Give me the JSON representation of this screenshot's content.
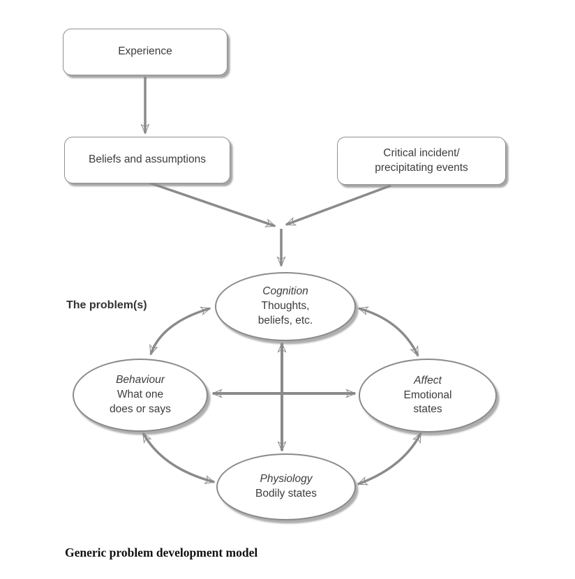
{
  "diagram": {
    "kind": "flow-diagram",
    "caption": "Generic problem development model"
  },
  "colors": {
    "background": "#ffffff",
    "arrow": "#8a8a8a",
    "node_border": "#8f8f8f",
    "node_fill": "#ffffff",
    "shadow": "#a0a0a0",
    "text": "#3c3c3c",
    "caption_text": "#111111"
  },
  "boxes": {
    "experience": {
      "label": "Experience"
    },
    "beliefs": {
      "label": "Beliefs and assumptions"
    },
    "critical_incident": {
      "lines": [
        "Critical incident/",
        "precipitating events"
      ]
    }
  },
  "ellipses": {
    "cognition": {
      "title": "Cognition",
      "lines": [
        "Thoughts,",
        "beliefs, etc."
      ]
    },
    "behaviour": {
      "title": "Behaviour",
      "lines": [
        "What one",
        "does or says"
      ]
    },
    "affect": {
      "title": "Affect",
      "lines": [
        "Emotional",
        "states"
      ]
    },
    "physiology": {
      "title": "Physiology",
      "lines": [
        "Bodily states"
      ]
    }
  },
  "labels": {
    "problem": "The problem(s)",
    "caption": "Generic problem development model"
  },
  "connections": [
    {
      "from": "experience",
      "to": "beliefs",
      "style": "single-arrow"
    },
    {
      "from": "beliefs",
      "to": "junction",
      "style": "single-arrow"
    },
    {
      "from": "critical_incident",
      "to": "junction",
      "style": "single-arrow"
    },
    {
      "from": "junction",
      "to": "cognition",
      "style": "single-arrow"
    },
    {
      "from": "behaviour",
      "to": "affect",
      "style": "double-arrow"
    },
    {
      "from": "cognition",
      "to": "physiology",
      "style": "double-arrow"
    },
    {
      "from": "cognition",
      "to": "behaviour",
      "style": "double-arrow-curved"
    },
    {
      "from": "cognition",
      "to": "affect",
      "style": "double-arrow-curved"
    },
    {
      "from": "behaviour",
      "to": "physiology",
      "style": "double-arrow-curved"
    },
    {
      "from": "physiology",
      "to": "affect",
      "style": "double-arrow-curved"
    }
  ]
}
